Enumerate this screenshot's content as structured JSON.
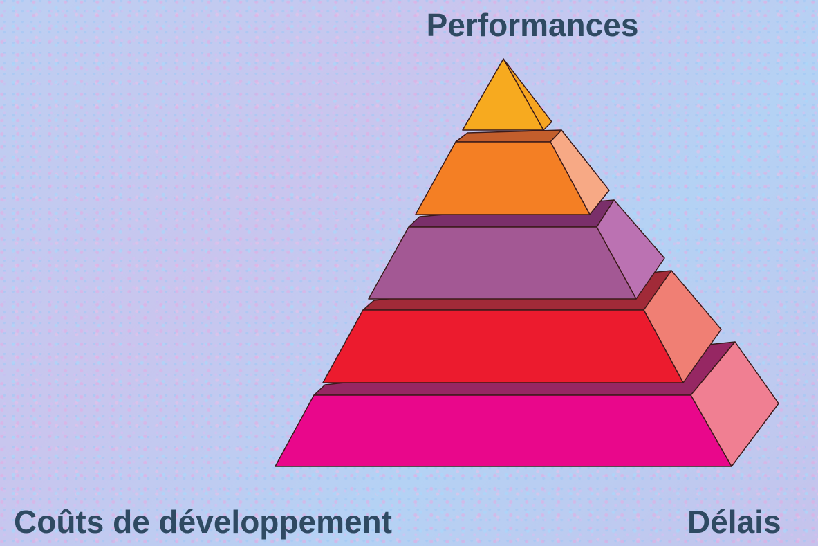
{
  "labels": {
    "top": "Performances",
    "bottom_left": "Coûts de développement",
    "bottom_right": "Délais"
  },
  "colors": {
    "text": "#2f4a62",
    "outline": "#3a1a1a",
    "tier1_front": "#f7aa1f",
    "tier1_side": "#f6a521",
    "tier2_front": "#f47f24",
    "tier2_side": "#f7a985",
    "tier2_top": "#c35e2c",
    "tier3_front": "#a35894",
    "tier3_side": "#bb72b2",
    "tier3_top": "#7a2f6a",
    "tier4_front": "#ec1b2e",
    "tier4_side": "#f07f74",
    "tier4_top": "#a12a38",
    "tier5_front": "#e9078b",
    "tier5_side": "#f07f92",
    "tier5_top": "#962763"
  }
}
